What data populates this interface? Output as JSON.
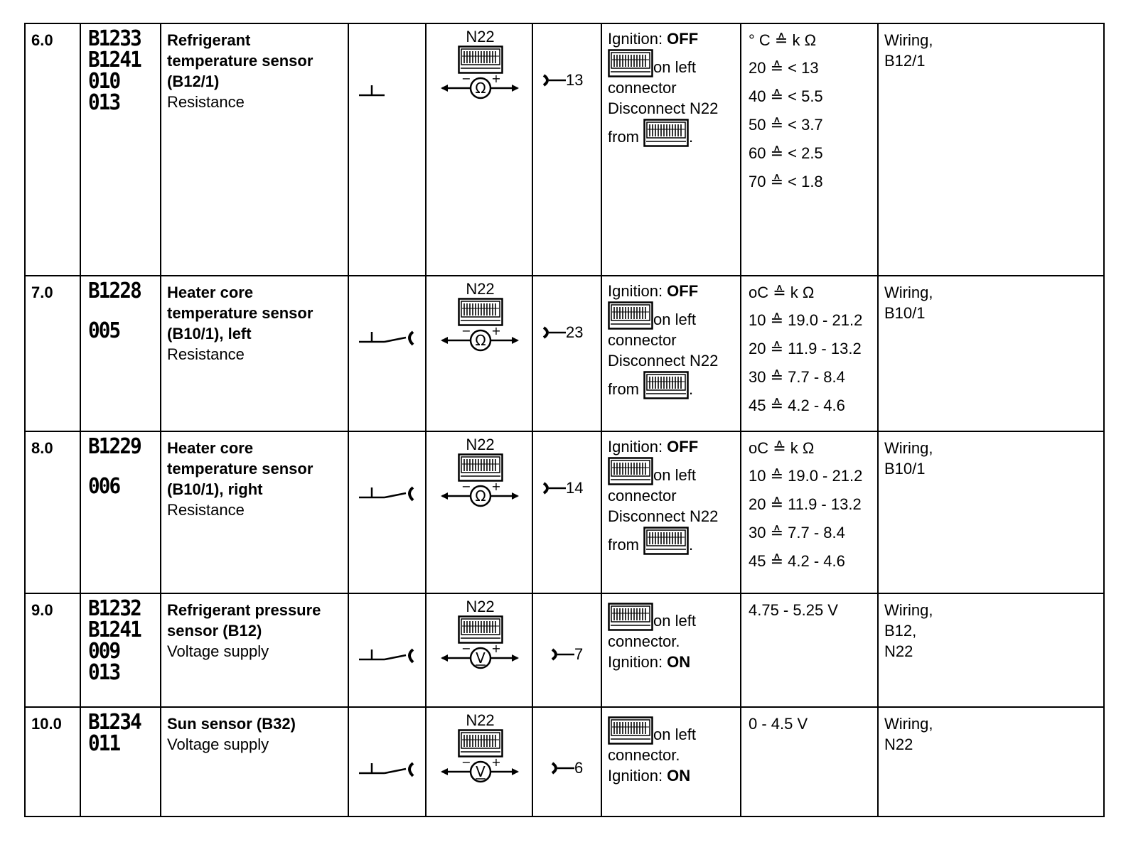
{
  "rows": [
    {
      "step": "6.0",
      "codes": [
        "B1233",
        "B1241",
        "010",
        "013"
      ],
      "title": "Refrigerant temperature sensor (B12/1)",
      "subtitle": "Resistance",
      "connection": "ground",
      "meter_label": "N22",
      "meter_symbol": "Ω",
      "pin": "13",
      "test": {
        "l1_pre": "Ignition: ",
        "l1_bold": "OFF",
        "l2": "on left",
        "l3": "connector",
        "l4": "Disconnect N22",
        "l5": "from",
        "l5_end": "."
      },
      "values": [
        "° C ≙ k Ω",
        "20 ≙ < 13",
        "40 ≙ < 5.5",
        "50 ≙ < 3.7",
        "60 ≙ < 2.5",
        "70 ≙ < 1.8"
      ],
      "remedy": [
        "Wiring,",
        "B12/1"
      ]
    },
    {
      "step": "7.0",
      "codes": [
        "B1228",
        "",
        "005"
      ],
      "title": "Heater core temperature sensor (B10/1), left",
      "subtitle": "Resistance",
      "connection": "ground-socket",
      "meter_label": "N22",
      "meter_symbol": "Ω",
      "pin": "23",
      "test": {
        "l1_pre": "Ignition: ",
        "l1_bold": "OFF",
        "l2": "on left",
        "l3": "connector",
        "l4": "Disconnect N22",
        "l5": "from",
        "l5_end": "."
      },
      "values": [
        "oC ≙ k Ω",
        "10 ≙ 19.0 - 21.2",
        "20 ≙ 11.9 - 13.2",
        "30 ≙ 7.7 - 8.4",
        "45 ≙ 4.2 - 4.6"
      ],
      "remedy": [
        "Wiring,",
        "B10/1"
      ]
    },
    {
      "step": "8.0",
      "codes": [
        "B1229",
        "",
        "006"
      ],
      "title": "Heater core temperature sensor (B10/1), right",
      "subtitle": "Resistance",
      "connection": "ground-socket",
      "meter_label": "N22",
      "meter_symbol": "Ω",
      "pin": "14",
      "test": {
        "l1_pre": "Ignition: ",
        "l1_bold": "OFF",
        "l2": "on left",
        "l3": "connector",
        "l4": "Disconnect N22",
        "l5": "from",
        "l5_end": "."
      },
      "values": [
        "oC ≙ k Ω",
        "10 ≙ 19.0 - 21.2",
        "20 ≙ 11.9 - 13.2",
        "30 ≙ 7.7 - 8.4",
        "45 ≙ 4.2 - 4.6"
      ],
      "remedy": [
        "Wiring,",
        "B10/1"
      ]
    },
    {
      "step": "9.0",
      "codes": [
        "B1232",
        "B1241",
        "009",
        "013"
      ],
      "title": "Refrigerant pressure sensor (B12)",
      "subtitle": "Voltage supply",
      "connection": "ground-socket",
      "meter_label": "N22",
      "meter_symbol": "V",
      "pin": "7",
      "test": {
        "l1_post": "on left",
        "l2": "connector.",
        "l3_pre": "Ignition: ",
        "l3_bold": "ON"
      },
      "values": [
        "4.75 - 5.25 V"
      ],
      "remedy": [
        "Wiring,",
        "B12,",
        "N22"
      ]
    },
    {
      "step": "10.0",
      "codes": [
        "B1234",
        "011"
      ],
      "title": "Sun sensor (B32)",
      "subtitle": "Voltage supply",
      "connection": "ground-socket",
      "meter_label": "N22",
      "meter_symbol": "V",
      "pin": "6",
      "test": {
        "l1_post": "on left",
        "l2": "connector.",
        "l3_pre": "Ignition: ",
        "l3_bold": "ON"
      },
      "values": [
        "0 - 4.5 V"
      ],
      "remedy": [
        "Wiring,",
        "N22"
      ]
    }
  ]
}
